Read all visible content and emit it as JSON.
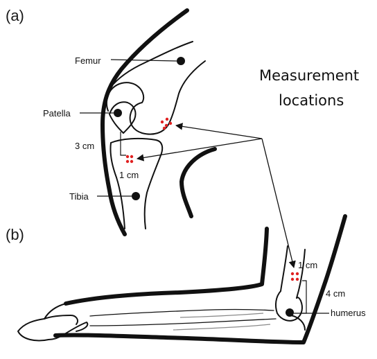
{
  "panels": {
    "a": "(a)",
    "b": "(b)"
  },
  "title": {
    "line1": "Measurement",
    "line2": "locations"
  },
  "labels": {
    "femur": "Femur",
    "patella": "Patella",
    "tibia": "Tibia",
    "humerus": "humerus",
    "dist_3cm": "3 cm",
    "dist_1cm_knee": "1 cm",
    "dist_1cm_elbow": "1 cm",
    "dist_4cm": "4 cm"
  },
  "colors": {
    "ink": "#111111",
    "marker": "#e02020"
  }
}
